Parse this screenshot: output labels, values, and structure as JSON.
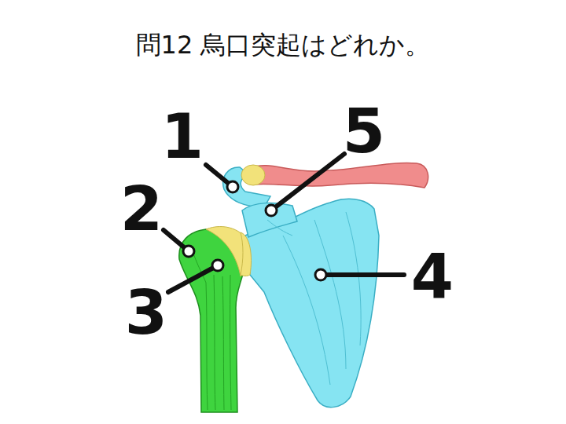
{
  "diagram": {
    "title": "問12 烏口突起はどれか。",
    "labels": [
      "1",
      "5",
      "2",
      "4",
      "3"
    ]
  }
}
